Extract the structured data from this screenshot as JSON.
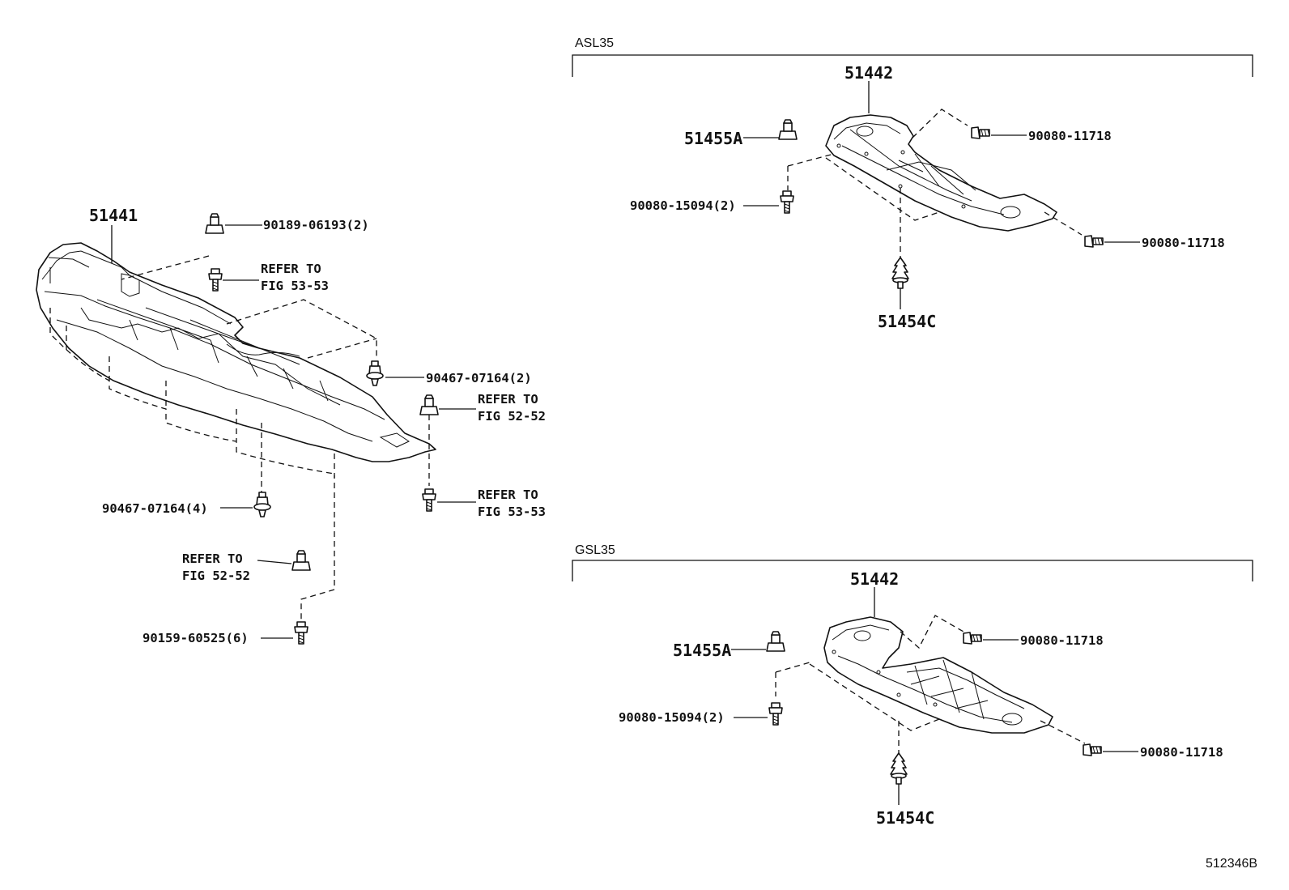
{
  "left_assembly": {
    "main_part": "51441",
    "callouts": {
      "clip_top": "90189-06193(2)",
      "refer_top_line1": "REFER TO",
      "refer_top_line2": "FIG 53-53",
      "clip_mid": "90467-07164(2)",
      "refer_mid_line1": "REFER TO",
      "refer_mid_line2": "FIG 52-52",
      "refer_low_line1": "REFER TO",
      "refer_low_line2": "FIG 53-53",
      "clip_bottom": "90467-07164(4)",
      "refer_bottom_line1": "REFER TO",
      "refer_bottom_line2": "FIG 52-52",
      "screw_bottom": "90159-60525(6)"
    }
  },
  "asl35": {
    "section_label": "ASL35",
    "main_part": "51442",
    "nut_label": "51455A",
    "bolt_left": "90080-15094(2)",
    "bolt_right_top": "90080-11718",
    "bolt_right_bottom": "90080-11718",
    "clip_bottom": "51454C"
  },
  "gsl35": {
    "section_label": "GSL35",
    "main_part": "51442",
    "nut_label": "51455A",
    "bolt_left": "90080-15094(2)",
    "bolt_right_top": "90080-11718",
    "bolt_right_bottom": "90080-11718",
    "clip_bottom": "51454C"
  },
  "figure_code": "512346B"
}
